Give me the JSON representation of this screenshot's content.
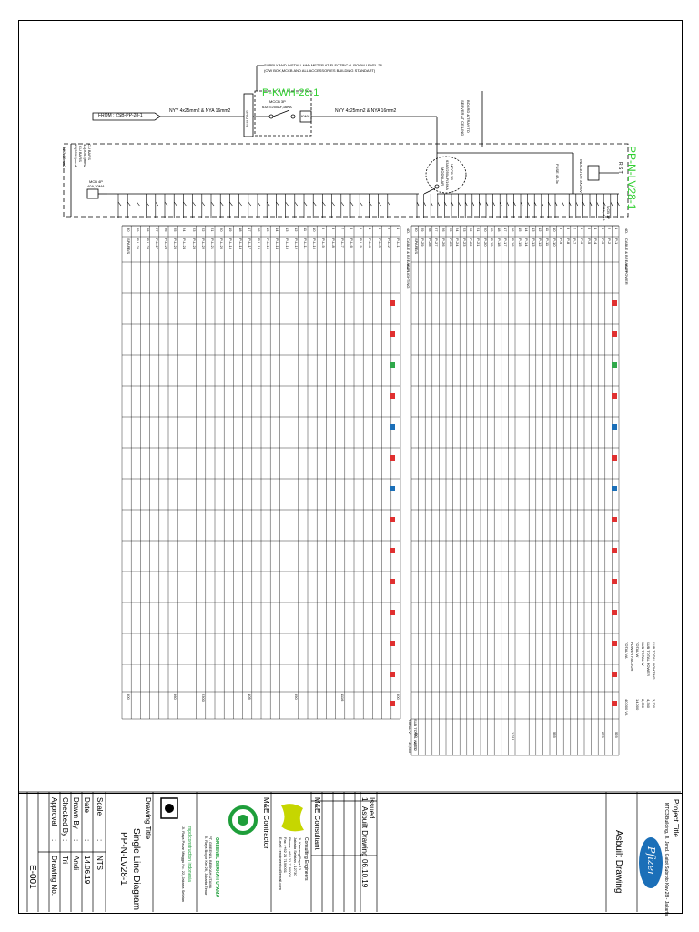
{
  "panel": {
    "name": "PP-N-LV28-1",
    "meter_name": "P-KWH-28-1",
    "meter_note_line1": "SUPPLY AND INSTALL kWh METER AT ELECTRICAL ROOM LEVEL 28",
    "meter_note_line2": "(C/W BOX,MCCB AND ALL ACCESSORIES BUILDING STANDART)",
    "from_label": "FROM : ZSB-PP-28-1",
    "feeder_cable": "NYY 4x25mm2 & NYA 16mm2",
    "feeder_cable_2": "NYY 4x25mm2 & NYA 16mm2",
    "building_label": "BUILDING",
    "mccb_label": "MCCB 3P",
    "mccb_rating": "63AT/250AF,16KA",
    "kwh_label": "KWH",
    "to_label_1": "BOARD & TRAY TO",
    "to_label_2": "SERVER AT CEILING",
    "mccb_main_1": "MCCB 3P",
    "mccb_main_2": "63AT/250AF/16KA",
    "mccb_main_3": "MODULAR",
    "feeder_left_1": "CU BARS",
    "feeder_left_2": "4X(30X3)mm2",
    "feeder_left_3": "CU BARS",
    "feeder_left_4": "1X(30X3)mm2",
    "earth_label": "NYA 16mm2",
    "mcb_left_1": "MCB 4P",
    "mcb_left_2": "40A,30MA",
    "mcb_right_1": "MCB 1P",
    "mcb_right_2": "16A, 6KA",
    "fuse_label": "FUSE 4A 3x",
    "indicator_label": "INDICATOR 3X220V",
    "rst_label": "R S T"
  },
  "left_table": {
    "headers": [
      "NO.",
      "CABLE & BREAKER",
      "KW LIGHTING"
    ],
    "rows": [
      {
        "no": "1",
        "circuit": "P-L-1"
      },
      {
        "no": "2",
        "circuit": "P-L-2"
      },
      {
        "no": "3",
        "circuit": "P-L-3"
      },
      {
        "no": "4",
        "circuit": "P-L-4"
      },
      {
        "no": "5",
        "circuit": "P-L-5"
      },
      {
        "no": "6",
        "circuit": "P-L-6"
      },
      {
        "no": "7",
        "circuit": "P-L-7"
      },
      {
        "no": "8",
        "circuit": "P-L-8"
      },
      {
        "no": "9",
        "circuit": "P-L-9"
      },
      {
        "no": "10",
        "circuit": "P-L-10"
      },
      {
        "no": "11",
        "circuit": "P-L-11"
      },
      {
        "no": "12",
        "circuit": "P-L-12"
      },
      {
        "no": "13",
        "circuit": "P-L-13"
      },
      {
        "no": "14",
        "circuit": "P-L-14"
      },
      {
        "no": "15",
        "circuit": "P-L-15"
      },
      {
        "no": "16",
        "circuit": "P-L-16"
      },
      {
        "no": "17",
        "circuit": "P-L-17"
      },
      {
        "no": "18",
        "circuit": "P-L-18"
      },
      {
        "no": "19",
        "circuit": "P-L-19"
      },
      {
        "no": "20",
        "circuit": "P-L-20"
      },
      {
        "no": "21",
        "circuit": "P-L-21"
      },
      {
        "no": "22",
        "circuit": "P-L-22"
      },
      {
        "no": "23",
        "circuit": "P-L-23"
      },
      {
        "no": "24",
        "circuit": "P-L-24"
      },
      {
        "no": "25",
        "circuit": "P-L-25"
      },
      {
        "no": "26",
        "circuit": "P-L-26"
      },
      {
        "no": "27",
        "circuit": "P-L-27"
      },
      {
        "no": "28",
        "circuit": "P-L-28"
      },
      {
        "no": "29",
        "circuit": "P-L-29"
      },
      {
        "no": "30",
        "circuit": "SPARE/S"
      }
    ],
    "load_values": [
      "900",
      "",
      "",
      "",
      "",
      "",
      "1116",
      "",
      "",
      "",
      "",
      "990",
      "",
      "",
      "",
      "",
      "105",
      "",
      "",
      "",
      "",
      "2300",
      "",
      "",
      "960",
      "",
      "",
      "",
      "",
      "900"
    ],
    "totals_labels": [
      "SUB TOTAL LIGHTING",
      "SUB TOTAL POWER",
      "SUB TOTAL W",
      "TOTAL W",
      "POWER FACTOR",
      "TOTAL VA"
    ],
    "totals_values": [
      "3,300",
      "4,340",
      "8,600",
      "14,000"
    ],
    "totals_va": "40,000 VA"
  },
  "right_table": {
    "headers": [
      "NO.",
      "CABLE & BREAKER",
      "KW POWER"
    ],
    "rows": [
      {
        "no": "1",
        "circuit": "P-1"
      },
      {
        "no": "2",
        "circuit": "P-2"
      },
      {
        "no": "3",
        "circuit": "P-3"
      },
      {
        "no": "4",
        "circuit": "P-4"
      },
      {
        "no": "5",
        "circuit": "P-5"
      },
      {
        "no": "6",
        "circuit": "P-6"
      },
      {
        "no": "7",
        "circuit": "P-7"
      },
      {
        "no": "8",
        "circuit": "P-8"
      },
      {
        "no": "9",
        "circuit": "P-9"
      },
      {
        "no": "10",
        "circuit": "P-10"
      },
      {
        "no": "11",
        "circuit": "P-11"
      },
      {
        "no": "12",
        "circuit": "P-12"
      },
      {
        "no": "13",
        "circuit": "P-13"
      },
      {
        "no": "14",
        "circuit": "P-14"
      },
      {
        "no": "15",
        "circuit": "P-15"
      },
      {
        "no": "16",
        "circuit": "P-16"
      },
      {
        "no": "17",
        "circuit": "P-17"
      },
      {
        "no": "18",
        "circuit": "P-18"
      },
      {
        "no": "19",
        "circuit": "P-19"
      },
      {
        "no": "20",
        "circuit": "P-20"
      },
      {
        "no": "21",
        "circuit": "P-21"
      },
      {
        "no": "22",
        "circuit": "P-22"
      },
      {
        "no": "23",
        "circuit": "P-23"
      },
      {
        "no": "24",
        "circuit": "P-24"
      },
      {
        "no": "25",
        "circuit": "P-25"
      },
      {
        "no": "26",
        "circuit": "P-26"
      },
      {
        "no": "27",
        "circuit": "P-27"
      },
      {
        "no": "28",
        "circuit": "P-28"
      },
      {
        "no": "29",
        "circuit": "P-29"
      },
      {
        "no": "30",
        "circuit": "SPARE/S"
      }
    ],
    "load_values": [
      "525",
      "",
      "273",
      "",
      "",
      "",
      "",
      "",
      "",
      "555",
      "",
      "",
      "",
      "",
      "",
      "1,211",
      "",
      "",
      "",
      "",
      "",
      "",
      "",
      "",
      "",
      "",
      "",
      "",
      "",
      "480"
    ],
    "totals_labels": [
      "SUB TOTAL WATT",
      "TOTAL W"
    ],
    "totals_values": [
      "2,332",
      "45,300"
    ]
  },
  "title_block": {
    "project_title_label": "Project Title",
    "project_title": "MTC3 Building, Jl. Jend. Gatot Subroto Kav.28 - Jakarta",
    "client_logo_text": "Pfizer",
    "drawing_status": "Asbuilt Drawing",
    "issued_label": "Issued",
    "issue_no": "1",
    "issue_desc": "Asbuilt Drawing",
    "issue_date": "06.10.19",
    "consultant_label": "M&E Consultant",
    "consultant_name": "Consulting Engineers",
    "consultant_addr_1": "Jl. Kemang Raya 12",
    "consultant_addr_2": "Jakarta Selatan - 12730",
    "consultant_phone": "Phone : +62 21 7190000",
    "consultant_fax": "Fax : +62 21 7190001",
    "consultant_email": "E-mail : engineering@email.com",
    "contractor_label": "M&E Contractor",
    "contractor_name": "GREENEL BERKAH UTAMA",
    "contractor_sub": "PT. GREENEL BERKAH UTAMA",
    "contractor_addr": "Jl. Raya Bogor Km 26, Jakarta Timur",
    "partner_name": "mpd construction indonesia",
    "partner_addr": "Jl. Raya Pasar Minggu No. 22, Jakarta Selatan",
    "drawing_title_label": "Drawing Title",
    "drawing_title_1": "Single Line Diagram",
    "drawing_title_2": "PP-N-LV28-1",
    "scale_label": "Scale",
    "scale_value": "NTS",
    "date_label": "Date",
    "date_value": "14.06.19",
    "drawn_label": "Drawn By",
    "drawn_value": "Andi",
    "checked_label": "Checked By",
    "checked_value": "Tri",
    "approval_label": "Approval",
    "drawing_no_label": "Drawing No.",
    "drawing_no_value": "E-001",
    "colon": ":"
  }
}
